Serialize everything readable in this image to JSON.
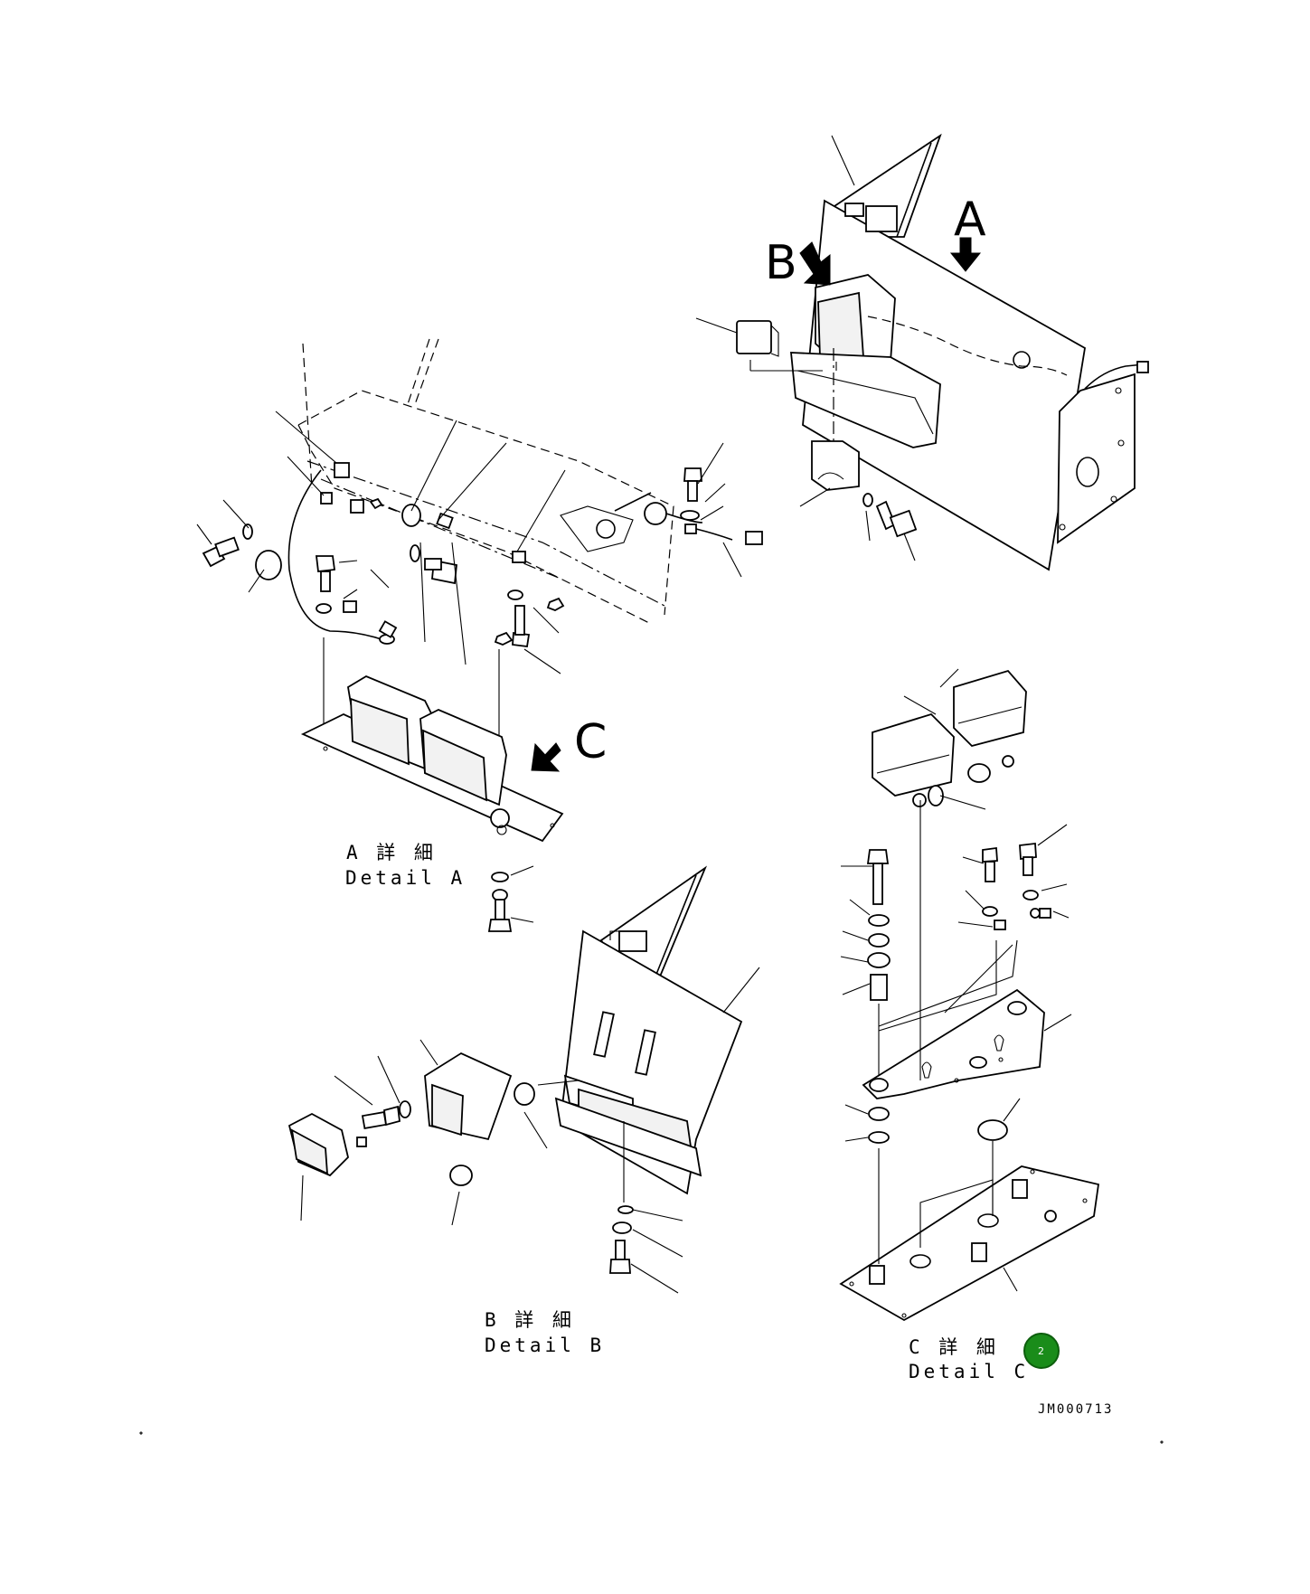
{
  "views": {
    "a_letter": "A",
    "b_letter": "B",
    "c_letter": "C"
  },
  "captions": {
    "detail_a_jp": "A 詳 細",
    "detail_a_en": "Detail A",
    "detail_b_jp": "B 詳 細",
    "detail_b_en": "Detail B",
    "detail_c_jp": "C 詳 細",
    "detail_c_en": "Detail C"
  },
  "drawing_number": "JM000713",
  "badge": {
    "label": "2",
    "color": "#1a8c1a"
  }
}
